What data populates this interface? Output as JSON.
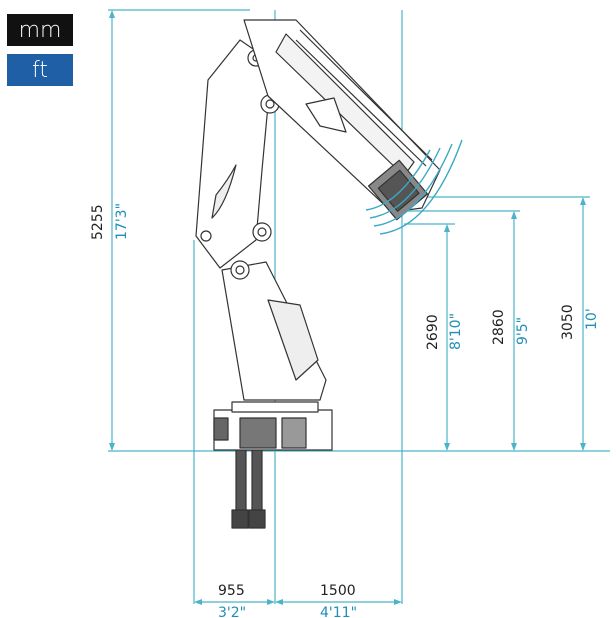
{
  "units": {
    "mm": "mm",
    "ft": "ft"
  },
  "dimensions": {
    "total_height": {
      "mm": "5255",
      "ft": "17'3\""
    },
    "height_a": {
      "mm": "2690",
      "ft": "8'10\""
    },
    "height_b": {
      "mm": "2860",
      "ft": "9'5\""
    },
    "height_c": {
      "mm": "3050",
      "ft": "10'"
    },
    "width_left": {
      "mm": "955",
      "ft": "3'2\""
    },
    "width_right": {
      "mm": "1500",
      "ft": "4'11\""
    }
  },
  "colors": {
    "dimension_line": "#4bb4c8",
    "mm_button": "#111111",
    "ft_button": "#1e5fa6",
    "drawing": "#333333"
  }
}
